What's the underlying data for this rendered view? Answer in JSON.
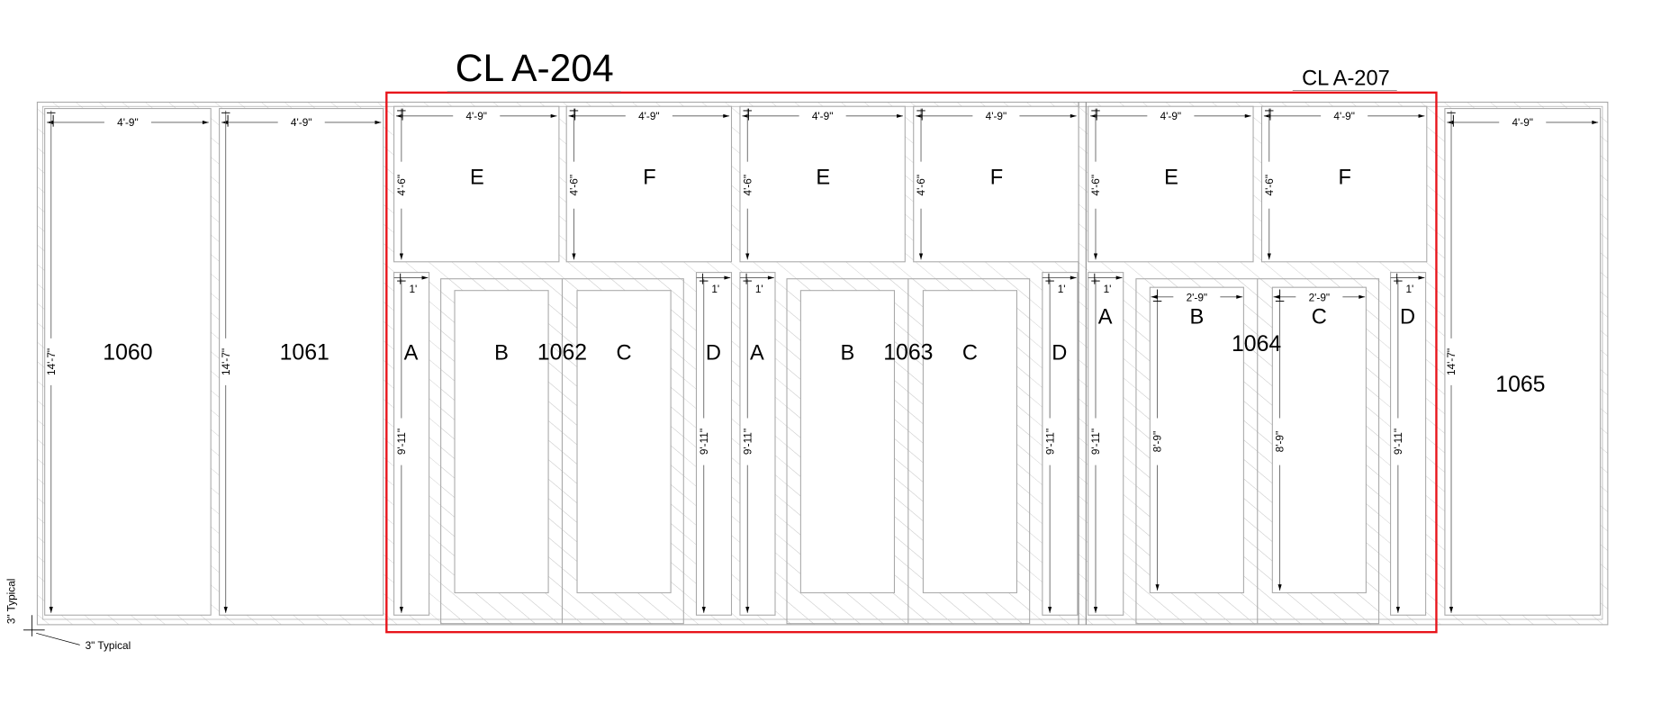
{
  "titles": {
    "main": "CL A-204",
    "secondary": "CL A-207"
  },
  "columns": [
    {
      "room": "1060",
      "width": "4'-9\"",
      "height": "14'-7\""
    },
    {
      "room": "1061",
      "width": "4'-9\"",
      "height": "14'-7\""
    },
    {
      "room": "1065",
      "width": "4'-9\"",
      "height": "14'-7\""
    }
  ],
  "upper_panels": [
    {
      "label": "E",
      "width": "4'-9\"",
      "height": "4'-6\""
    },
    {
      "label": "F",
      "width": "4'-9\"",
      "height": "4'-6\""
    },
    {
      "label": "E",
      "width": "4'-9\"",
      "height": "4'-6\""
    },
    {
      "label": "F",
      "width": "4'-9\"",
      "height": "4'-6\""
    },
    {
      "label": "E",
      "width": "4'-9\"",
      "height": "4'-6\""
    },
    {
      "label": "F",
      "width": "4'-9\"",
      "height": "4'-6\""
    }
  ],
  "bays": [
    {
      "room": "1062",
      "a": {
        "label": "A",
        "width": "1'",
        "height": "9'-11\""
      },
      "b": {
        "label": "B"
      },
      "c": {
        "label": "C"
      },
      "d": {
        "label": "D",
        "width": "1'",
        "height": "9'-11\""
      }
    },
    {
      "room": "1063",
      "a": {
        "label": "A",
        "width": "1'",
        "height": "9'-11\""
      },
      "b": {
        "label": "B"
      },
      "c": {
        "label": "C"
      },
      "d": {
        "label": "D",
        "width": "1'",
        "height": "9'-11\""
      }
    },
    {
      "room": "1064",
      "a": {
        "label": "A",
        "width": "1'",
        "height": "9'-11\""
      },
      "b": {
        "label": "B",
        "width": "2'-9\"",
        "height": "8'-9\""
      },
      "c": {
        "label": "C",
        "width": "2'-9\"",
        "height": "8'-9\""
      },
      "d": {
        "label": "D",
        "width": "1'",
        "height": "9'-11\""
      }
    }
  ],
  "notes": {
    "vertical": "3\" Typical",
    "horizontal": "3\" Typical"
  },
  "colors": {
    "highlight": "#e8141b",
    "line": "#a8a8a8",
    "hatch": "#c8c8c8"
  }
}
